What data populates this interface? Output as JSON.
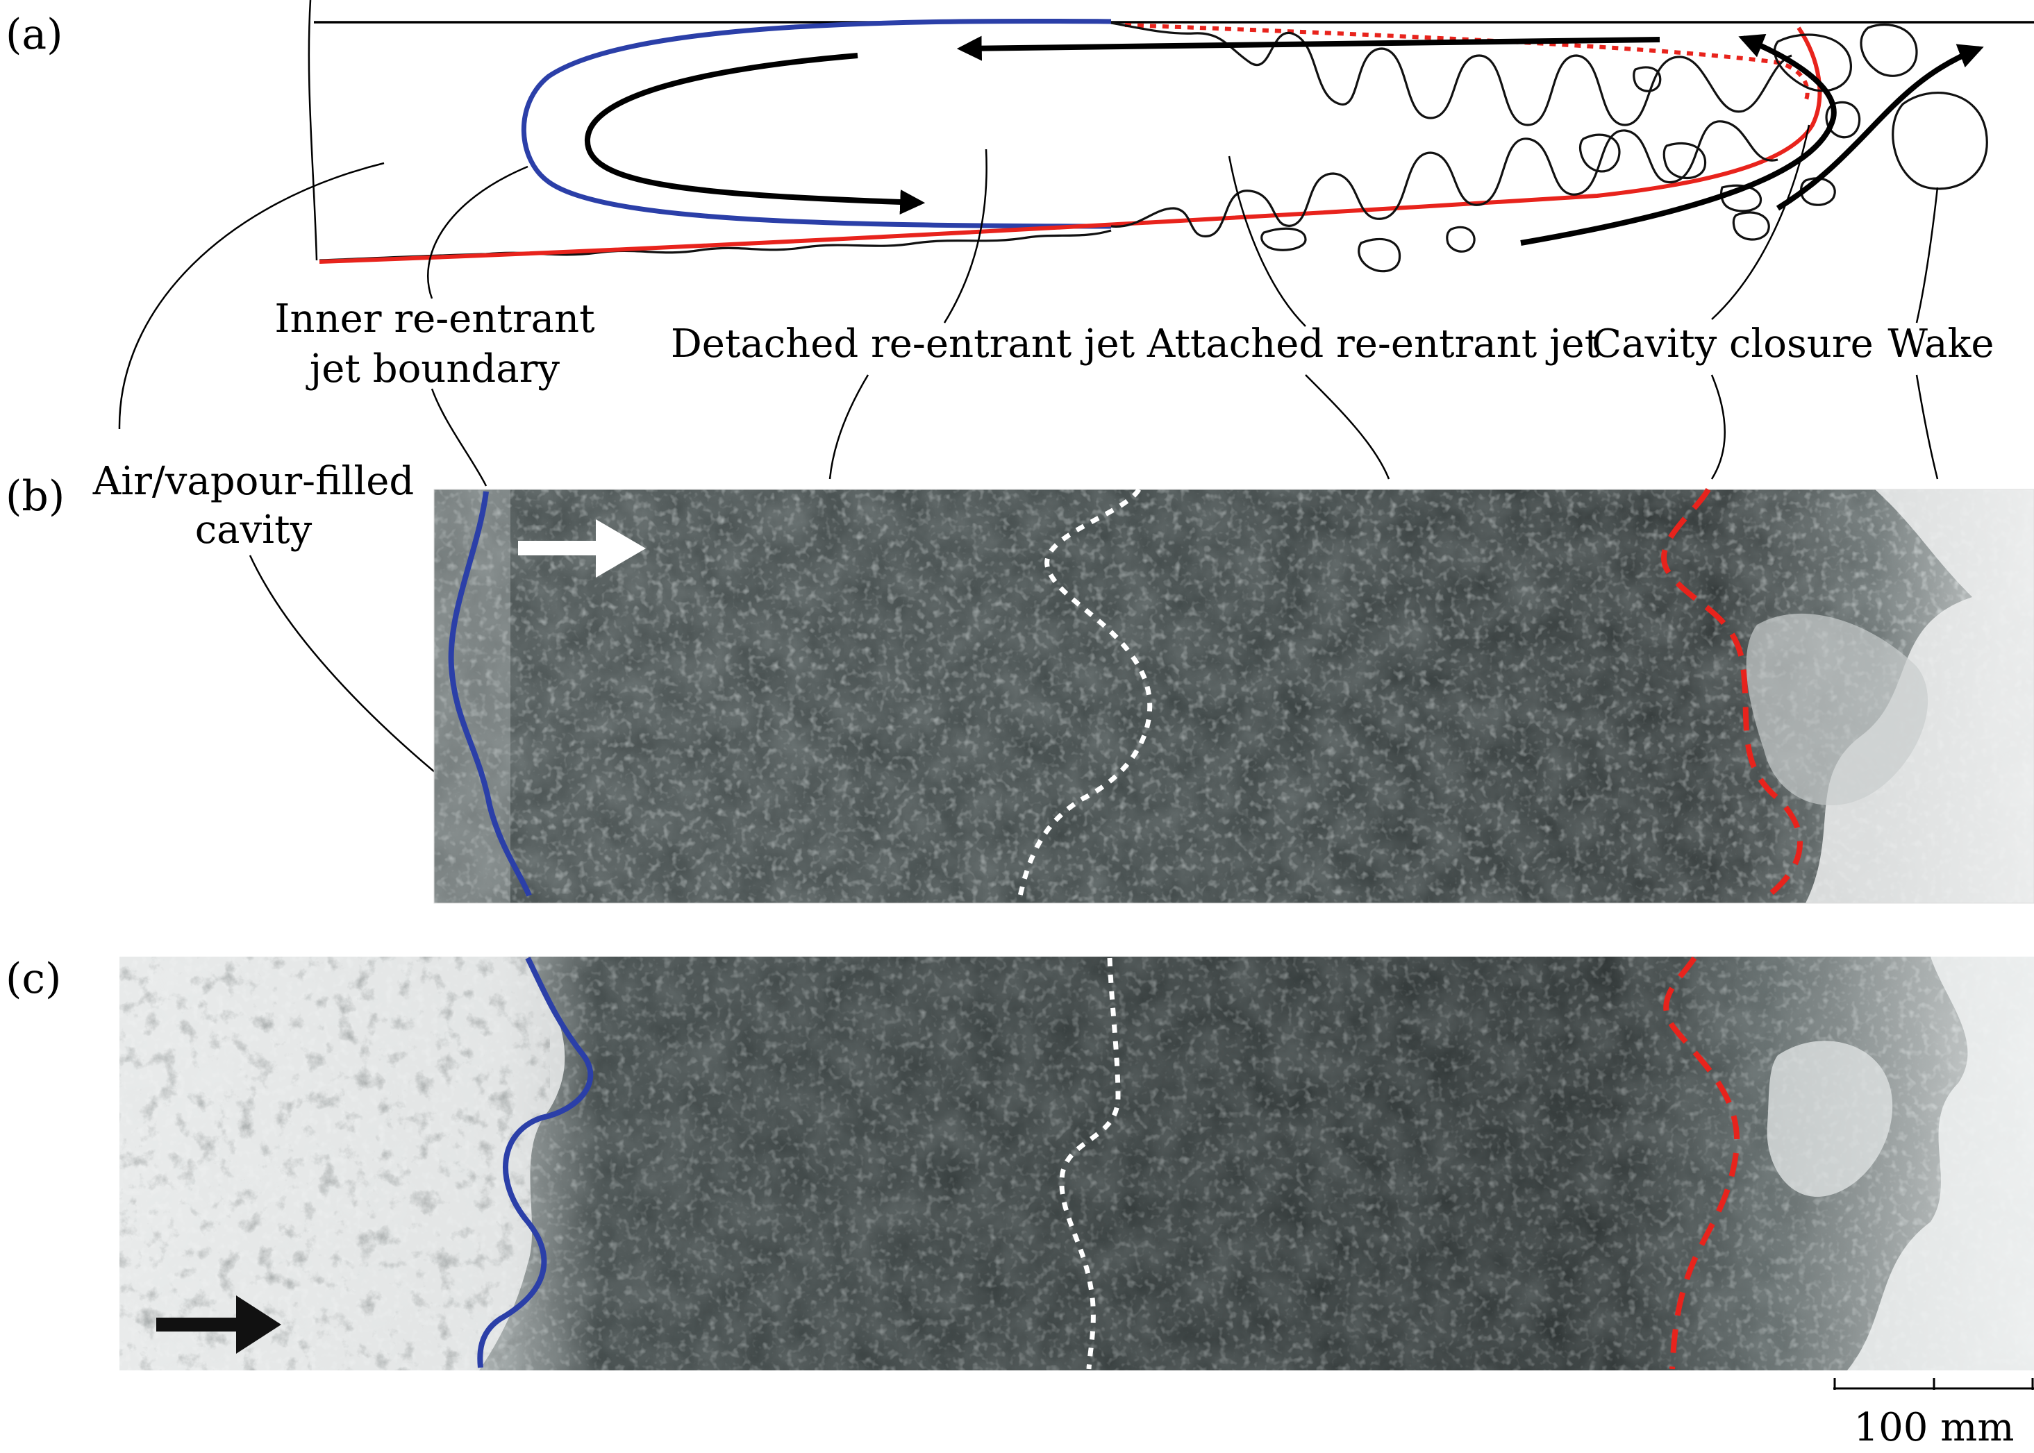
{
  "panels": {
    "a": "(a)",
    "b": "(b)",
    "c": "(c)"
  },
  "labels": {
    "inner_jet_boundary": [
      "Inner re-entrant",
      "jet boundary"
    ],
    "detached_jet": "Detached re-entrant jet",
    "attached_jet": "Attached re-entrant jet",
    "cavity_closure": "Cavity closure",
    "wake": "Wake",
    "cavity": [
      "Air/vapour-filled",
      "cavity"
    ]
  },
  "scale_bar": {
    "label": "100 mm"
  },
  "colors": {
    "inner_boundary": "#2b3fa8",
    "closure": "#e8231c",
    "detachment": "#ffffff",
    "flow_arrow_b": "#ffffff",
    "flow_arrow_c": "#111111"
  }
}
